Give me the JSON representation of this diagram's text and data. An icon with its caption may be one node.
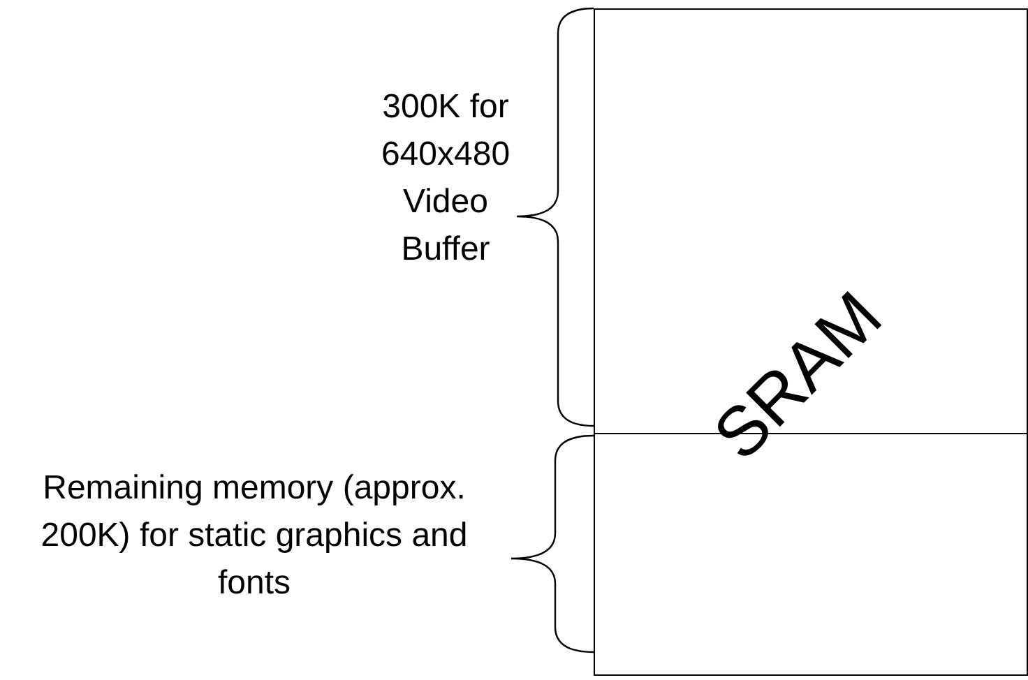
{
  "diagram": {
    "nodes": [
      {
        "text": [
          "SRAM"
        ]
      }
    ],
    "edges": [],
    "labels": [
      "300K for 640x480 Video Buffer",
      "Remaining memory (approx. 200K) for static graphics and fonts"
    ]
  }
}
